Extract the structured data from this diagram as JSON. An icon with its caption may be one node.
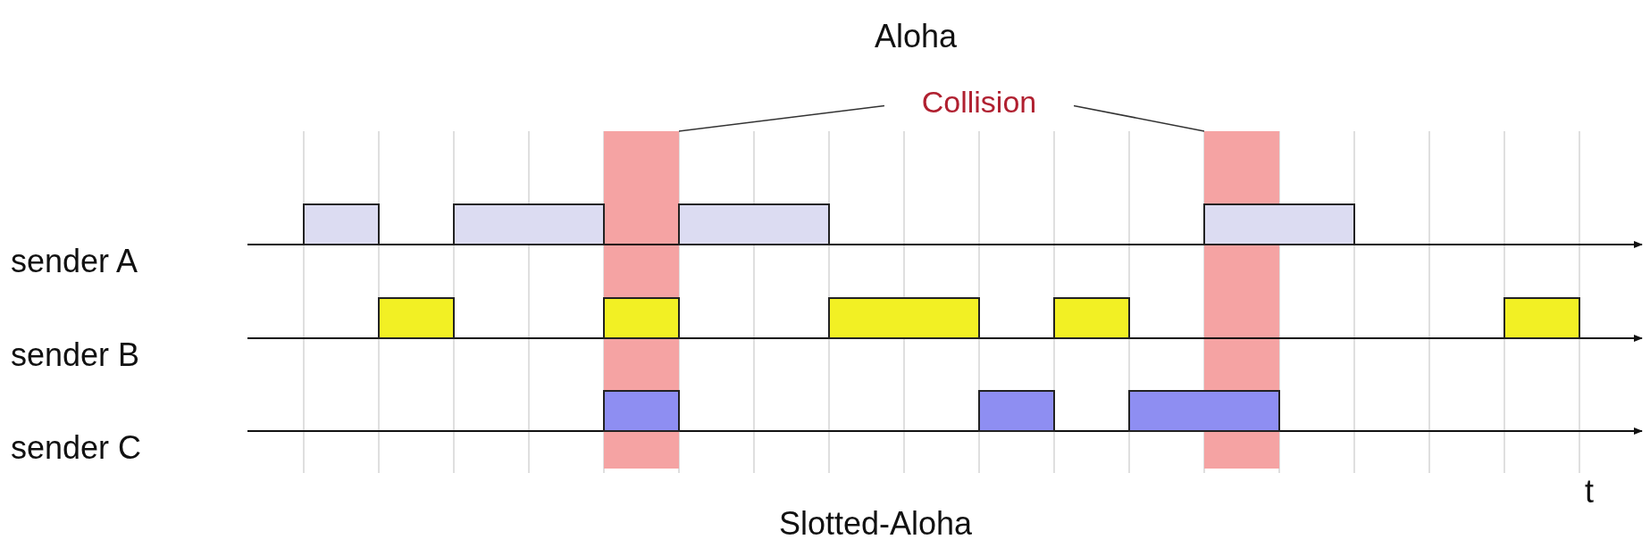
{
  "diagram": {
    "title": "Aloha",
    "caption": "Slotted-Aloha",
    "nodes": [
      {
        "text": [
          "Collision"
        ]
      },
      {
        "text": [],
        "shape": "bar"
      },
      {
        "text": [],
        "shape": "bar"
      }
    ],
    "edges": [
      {
        "from": 0,
        "to": 1,
        "arrow": "none"
      },
      {
        "from": 0,
        "to": 2,
        "arrow": "none"
      }
    ],
    "labels": [
      "sender A",
      "sender B",
      "sender C",
      "t"
    ]
  }
}
